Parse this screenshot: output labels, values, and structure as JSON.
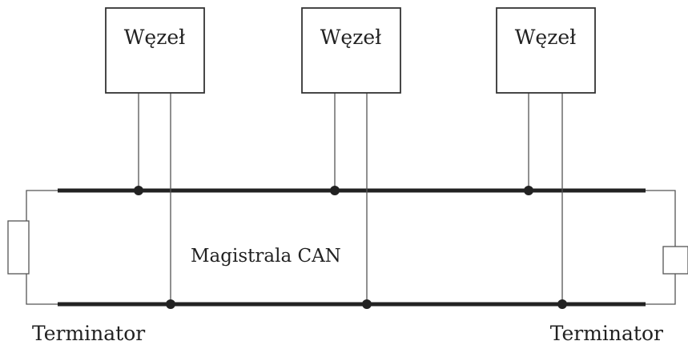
{
  "diagram": {
    "nodes": [
      {
        "label": "Węzeł"
      },
      {
        "label": "Węzeł"
      },
      {
        "label": "Węzeł"
      }
    ],
    "bus_label": "Magistrala CAN",
    "terminators": [
      {
        "label": "Terminator"
      },
      {
        "label": "Terminator"
      }
    ]
  }
}
